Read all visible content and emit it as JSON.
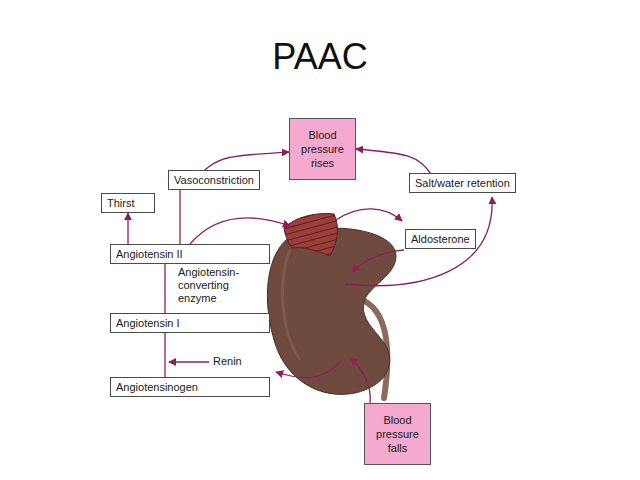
{
  "diagram": {
    "title": "PAAC",
    "nodes": [
      {
        "text": [
          "Blood pressure rises"
        ]
      },
      {
        "text": [
          "Vasoconstriction"
        ]
      },
      {
        "text": [
          "Salt/water retention"
        ]
      },
      {
        "text": [
          "Thirst"
        ]
      },
      {
        "text": [
          "Angiotensin II"
        ]
      },
      {
        "text": [
          "Aldosterone"
        ]
      },
      {
        "text": [
          "Angiotensin I"
        ]
      },
      {
        "text": [
          "Angiotensinogen"
        ]
      },
      {
        "text": [
          "Blood pressure falls"
        ]
      }
    ],
    "edges": [
      {
        "from": 1,
        "to": 0,
        "arrow": "to"
      },
      {
        "from": 2,
        "to": 0,
        "arrow": "to"
      },
      {
        "from": 4,
        "to": 3,
        "arrow": "to"
      },
      {
        "from": 4,
        "to": 1,
        "arrow": "none"
      },
      {
        "from": 6,
        "to": 4,
        "arrow": "none"
      },
      {
        "from": 7,
        "to": 6,
        "arrow": "none"
      }
    ],
    "labels": [
      "Angiotensin-converting enzyme",
      "Renin"
    ]
  }
}
